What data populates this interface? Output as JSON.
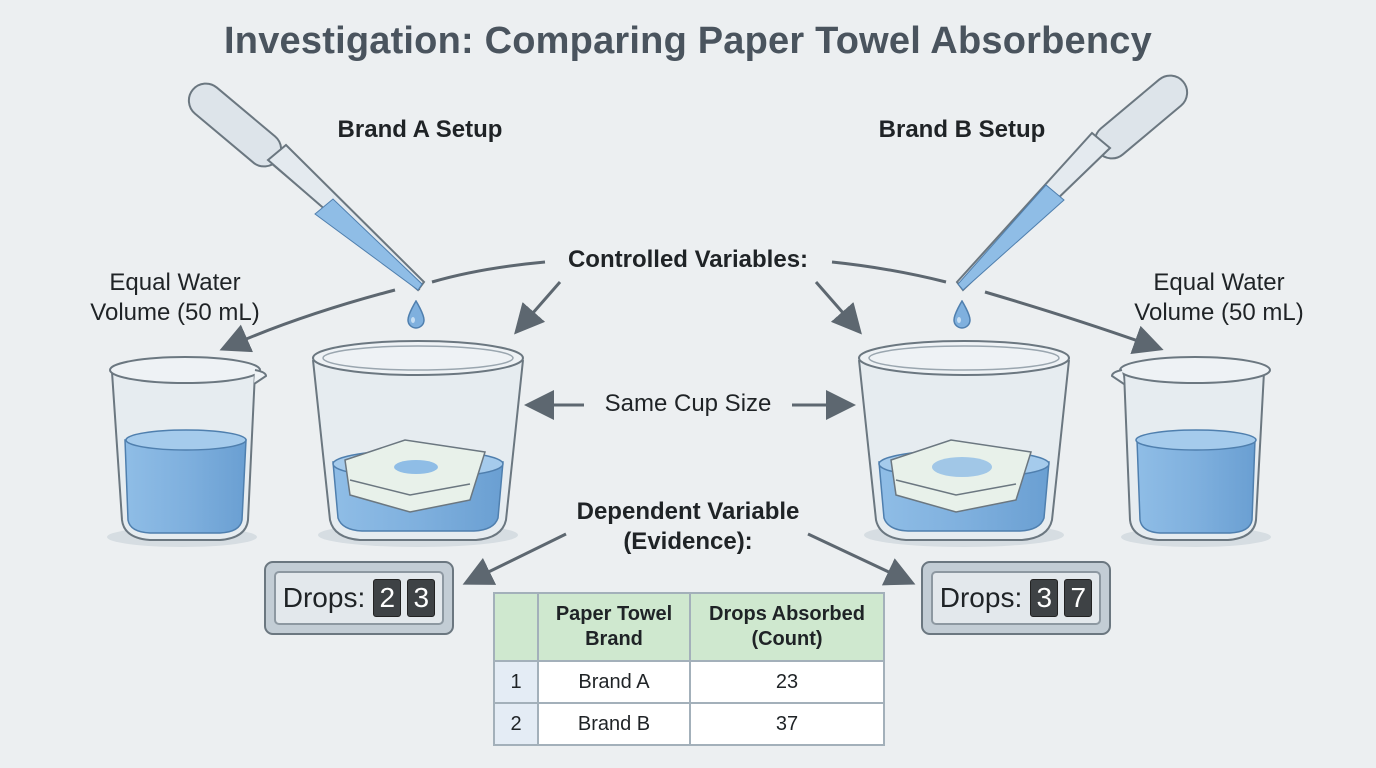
{
  "title": "Investigation: Comparing Paper Towel Absorbency",
  "setups": {
    "brand_a": {
      "label": "Brand A Setup"
    },
    "brand_b": {
      "label": "Brand B Setup"
    }
  },
  "annotations": {
    "controlled_variables": "Controlled Variables:",
    "equal_water_left_line1": "Equal Water",
    "equal_water_left_line2": "Volume (50 mL)",
    "equal_water_right_line1": "Equal Water",
    "equal_water_right_line2": "Volume (50 mL)",
    "same_cup_size": "Same Cup Size",
    "dependent_variable_line1": "Dependent Variable",
    "dependent_variable_line2": "(Evidence):"
  },
  "counters": {
    "brand_a": {
      "label": "Drops:",
      "digits": [
        "2",
        "3"
      ]
    },
    "brand_b": {
      "label": "Drops:",
      "digits": [
        "3",
        "7"
      ]
    }
  },
  "table": {
    "headers": [
      "",
      "Paper Towel Brand",
      "Drops Absorbed (Count)"
    ],
    "header_lines": {
      "brand": [
        "Paper Towel",
        "Brand"
      ],
      "drops": [
        "Drops Absorbed",
        "(Count)"
      ]
    },
    "rows": [
      {
        "index": "1",
        "brand": "Brand A",
        "drops": "23"
      },
      {
        "index": "2",
        "brand": "Brand B",
        "drops": "37"
      }
    ]
  },
  "colors": {
    "background": "#eceff1",
    "title": "#4a545e",
    "water": "#7fb0de",
    "arrow": "#5d6770",
    "table_header": "#cfe8cf"
  }
}
